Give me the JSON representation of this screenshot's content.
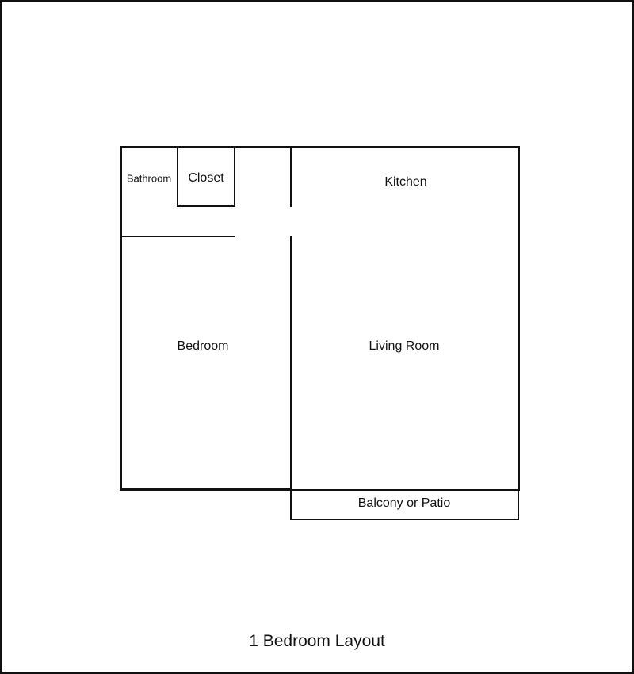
{
  "diagram": {
    "title": "1 Bedroom Layout",
    "rooms": {
      "bathroom": "Bathroom",
      "closet": "Closet",
      "kitchen": "Kitchen",
      "bedroom": "Bedroom",
      "living_room": "Living Room",
      "balcony": "Balcony or Patio"
    },
    "colors": {
      "line": "#111111",
      "background": "#ffffff"
    }
  }
}
